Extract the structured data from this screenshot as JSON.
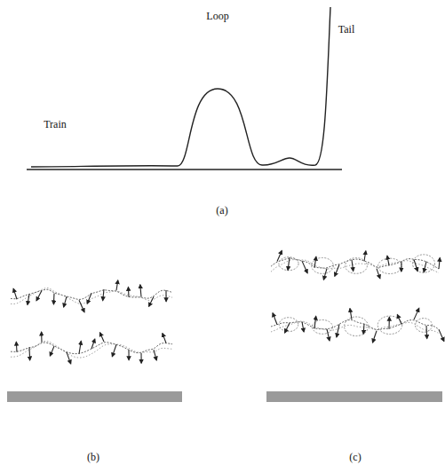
{
  "diagram": {
    "labels": [
      "Loop",
      "Tail",
      "Train",
      "(a)",
      "(b)",
      "(c)"
    ]
  }
}
